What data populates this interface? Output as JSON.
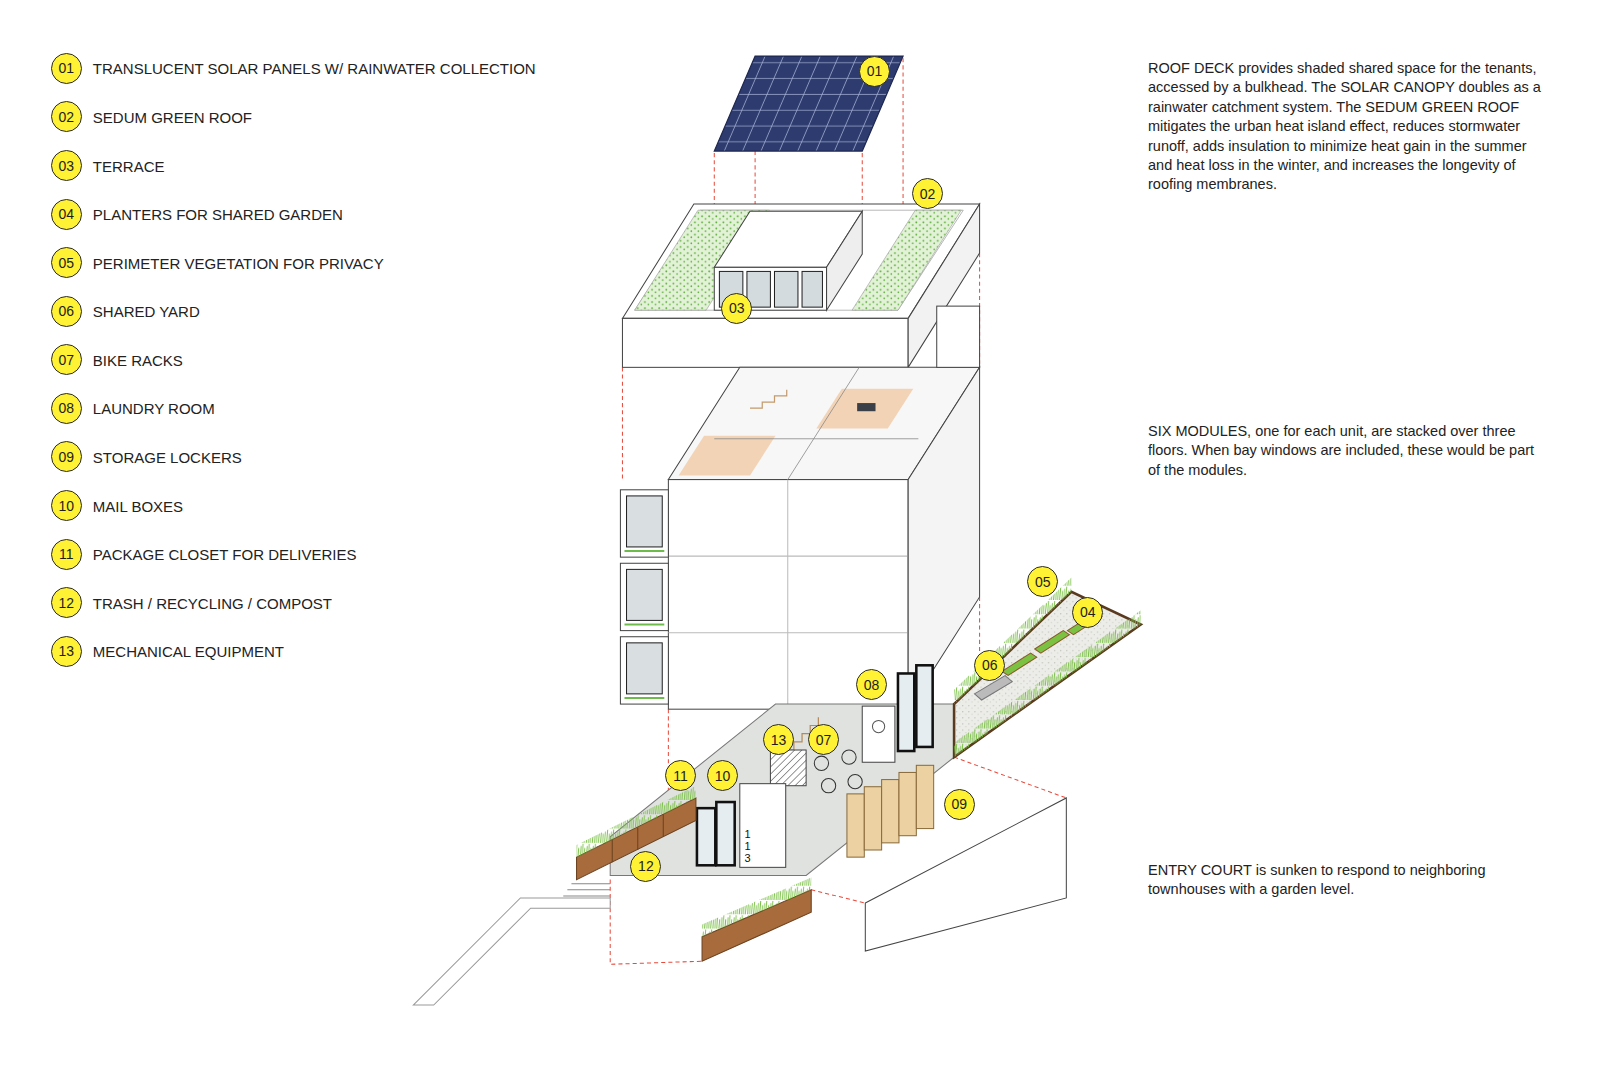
{
  "diagram": {
    "nodes": [
      {
        "text": [
          "01",
          "TRANSLUCENT SOLAR PANELS W/ RAINWATER COLLECTION"
        ]
      },
      {
        "text": [
          "02",
          "SEDUM GREEN ROOF"
        ]
      },
      {
        "text": [
          "03",
          "TERRACE"
        ]
      },
      {
        "text": [
          "04",
          "PLANTERS FOR SHARED GARDEN"
        ]
      },
      {
        "text": [
          "05",
          "PERIMETER VEGETATION FOR PRIVACY"
        ]
      },
      {
        "text": [
          "06",
          "SHARED YARD"
        ]
      },
      {
        "text": [
          "07",
          "BIKE RACKS"
        ]
      },
      {
        "text": [
          "08",
          "LAUNDRY ROOM"
        ]
      },
      {
        "text": [
          "09",
          "STORAGE LOCKERS"
        ]
      },
      {
        "text": [
          "10",
          "MAIL BOXES"
        ]
      },
      {
        "text": [
          "11",
          "PACKAGE CLOSET FOR DELIVERIES"
        ]
      },
      {
        "text": [
          "12",
          "TRASH / RECYCLING / COMPOST"
        ]
      },
      {
        "text": [
          "13",
          "MECHANICAL EQUIPMENT"
        ]
      },
      {
        "text": [
          "01"
        ]
      },
      {
        "text": [
          "02"
        ]
      },
      {
        "text": [
          "03"
        ]
      },
      {
        "text": [
          "05"
        ]
      },
      {
        "text": [
          "04"
        ]
      },
      {
        "text": [
          "06"
        ]
      },
      {
        "text": [
          "08"
        ]
      },
      {
        "text": [
          "13"
        ]
      },
      {
        "text": [
          "07"
        ]
      },
      {
        "text": [
          "11"
        ]
      },
      {
        "text": [
          "10"
        ]
      },
      {
        "text": [
          "09"
        ]
      },
      {
        "text": [
          "12"
        ]
      }
    ],
    "labels": [
      "ROOF DECK provides shaded shared space for the tenants, accessed by a bulkhead. The SOLAR CANOPY doubles as a rainwater catchment system. The SEDUM GREEN ROOF mitigates the urban heat island effect, reduces stormwater runoff, adds insulation to minimize heat gain in the summer and heat loss in the winter, and increases the longevity of roofing membranes.",
      "SIX MODULES, one for each unit, are stacked over three floors. When bay windows are included, these would be part of the modules.",
      "ENTRY COURT is sunken to respond to neighboring townhouses with a garden level.",
      "113"
    ]
  }
}
